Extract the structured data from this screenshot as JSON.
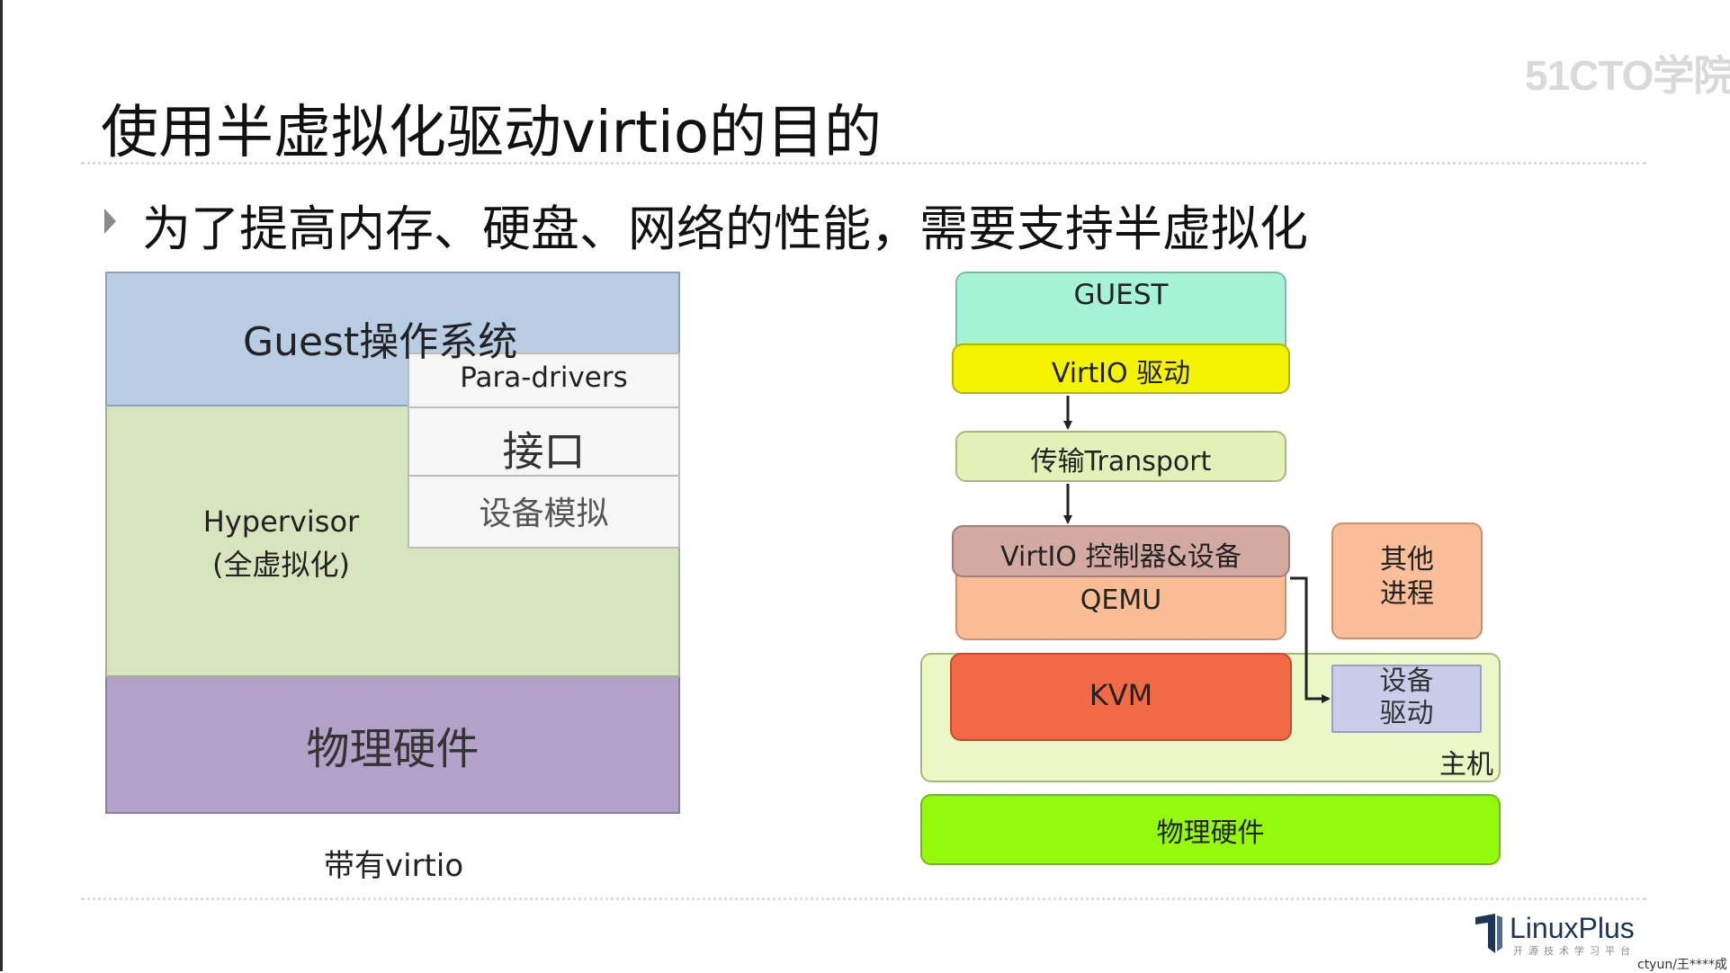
{
  "watermark": "51CTO学院",
  "title": "使用半虚拟化驱动virtio的目的",
  "bullet": "为了提高内存、硬盘、网络的性能，需要支持半虚拟化",
  "left_diagram": {
    "guest_os": "Guest操作系统",
    "para_drivers": "Para-drivers",
    "interface": "接口",
    "device_emulation": "设备模拟",
    "hypervisor_line1": "Hypervisor",
    "hypervisor_line2": "(全虚拟化)",
    "hardware": "物理硬件",
    "caption": "带有virtio"
  },
  "right_diagram": {
    "guest": "GUEST",
    "virtio_driver": "VirtIO 驱动",
    "transport": "传输Transport",
    "virtio_controller": "VirtIO 控制器&设备",
    "qemu": "QEMU",
    "other_process_line1": "其他",
    "other_process_line2": "进程",
    "kvm": "KVM",
    "device_driver_line1": "设备",
    "device_driver_line2": "驱动",
    "host": "主机",
    "hardware": "物理硬件"
  },
  "logo": {
    "brand": "LinuxPlus",
    "tagline": "开源技术学习平台"
  },
  "corner_user": "ctyun/王****成"
}
